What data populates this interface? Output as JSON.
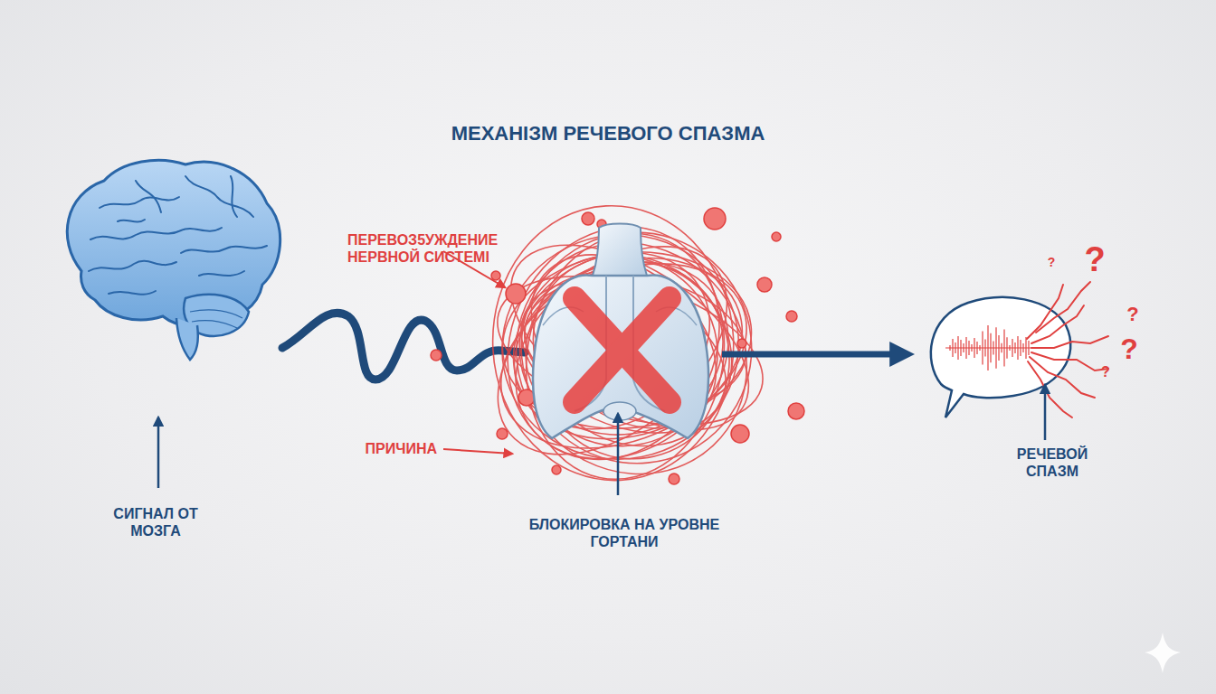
{
  "diagram": {
    "title": "МЕХАНIЗМ РЕЧЕВОГО СПАЗМА",
    "labels": [
      "ПЕРЕВОЗ5УЖДЕНИЕ НЕРВНОЙ СИСТЕМI",
      "ПРИЧИНА",
      "СИГНАЛ ОТ МОЗГА",
      "БЛОКИРОВКА НА УРОВНЕ ГОРТАНИ",
      "РЕЧЕВОЙ СПАЗМ",
      "?",
      "?",
      "?",
      "?",
      "?"
    ]
  }
}
